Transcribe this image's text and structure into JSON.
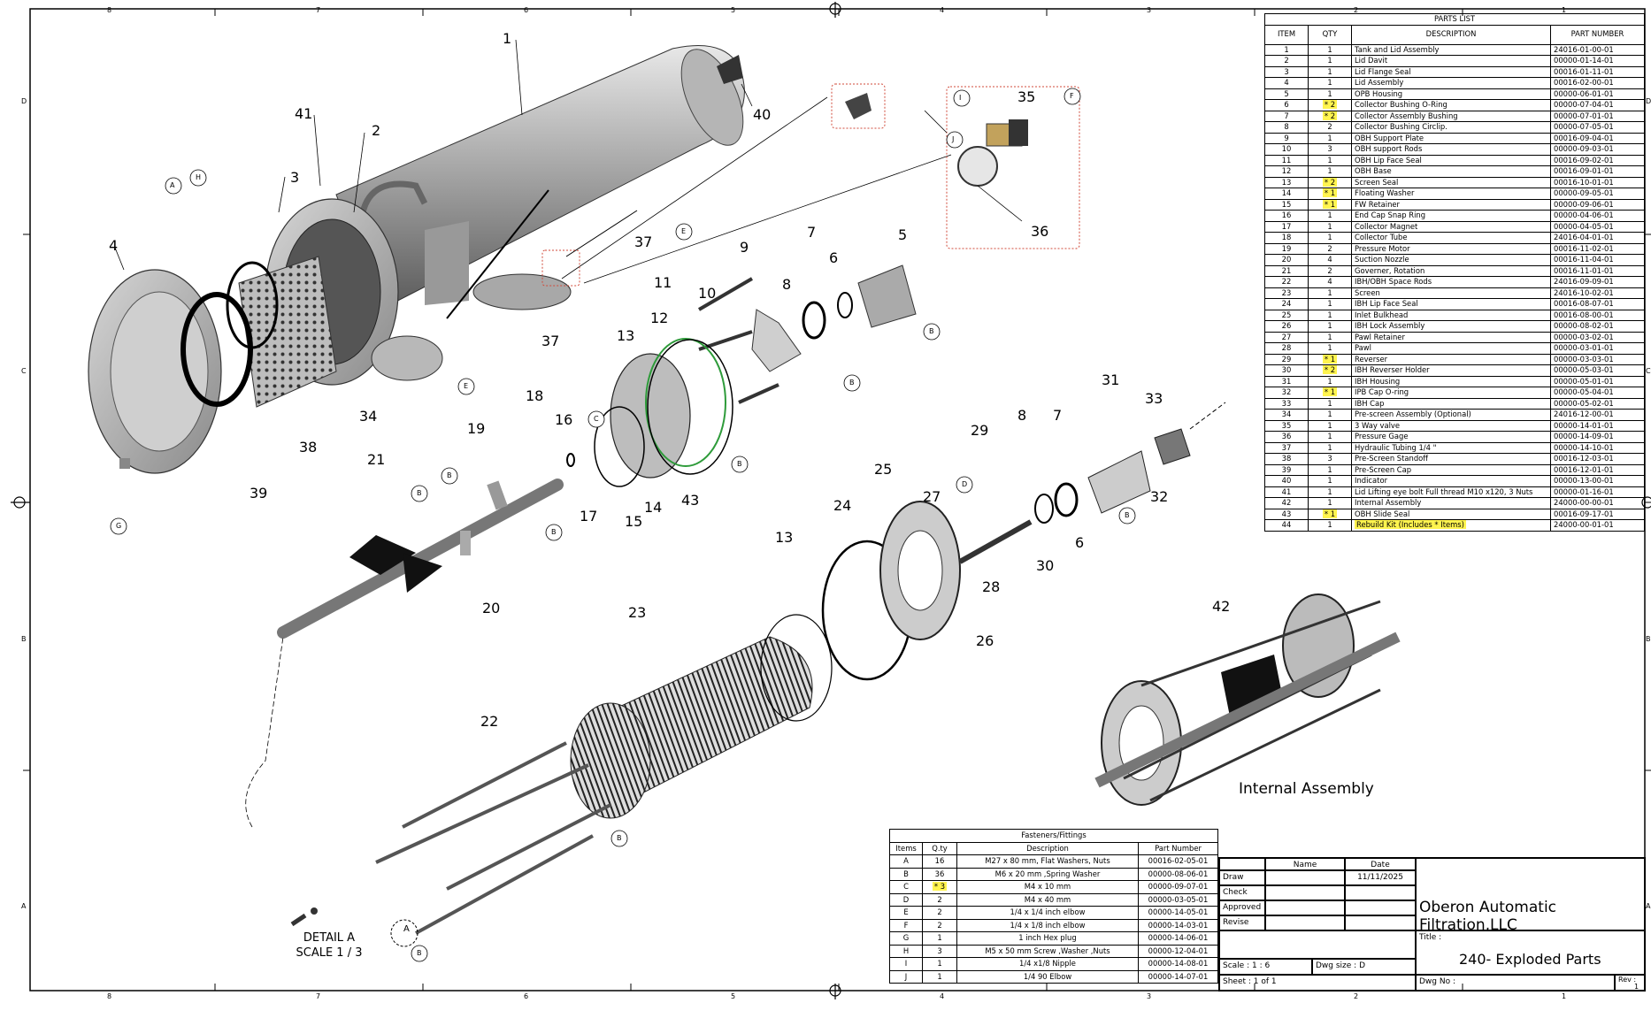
{
  "zones": {
    "top": [
      "8",
      "7",
      "6",
      "5",
      "4",
      "3",
      "2",
      "1"
    ],
    "side": [
      "D",
      "C",
      "B",
      "A"
    ]
  },
  "callouts": [
    "1",
    "2",
    "3",
    "4",
    "5",
    "6",
    "7",
    "8",
    "9",
    "10",
    "11",
    "12",
    "13",
    "14",
    "15",
    "16",
    "17",
    "18",
    "19",
    "20",
    "21",
    "22",
    "23",
    "24",
    "25",
    "26",
    "27",
    "28",
    "29",
    "30",
    "31",
    "32",
    "33",
    "34",
    "35",
    "36",
    "37",
    "38",
    "39",
    "40",
    "41",
    "42",
    "43"
  ],
  "letters": [
    "A",
    "B",
    "C",
    "D",
    "E",
    "F",
    "G",
    "H",
    "I",
    "J"
  ],
  "detail": {
    "title": "DETAIL  A",
    "scale": "SCALE 1 / 3"
  },
  "internal_assembly_label": "Internal Assembly",
  "parts_list": {
    "title": "PARTS LIST",
    "headers": [
      "ITEM",
      "QTY",
      "DESCRIPTION",
      "PART NUMBER"
    ],
    "rows": [
      [
        "1",
        "1",
        "Tank and Lid Assembly",
        "24016-01-00-01"
      ],
      [
        "2",
        "1",
        "Lid Davit",
        "00000-01-14-01"
      ],
      [
        "3",
        "1",
        "Lid Flange Seal",
        "00016-01-11-01"
      ],
      [
        "4",
        "1",
        "Lid Assembly",
        "00016-02-00-01"
      ],
      [
        "5",
        "1",
        "OPB Housing",
        "00000-06-01-01"
      ],
      [
        "6",
        "* 2",
        "Collector Bushing O-Ring",
        "00000-07-04-01"
      ],
      [
        "7",
        "* 2",
        "Collector Assembly Bushing",
        "00000-07-01-01"
      ],
      [
        "8",
        "2",
        "Collector Bushing Circlip.",
        "00000-07-05-01"
      ],
      [
        "9",
        "1",
        "OBH Support Plate",
        "00016-09-04-01"
      ],
      [
        "10",
        "3",
        "OBH support Rods",
        "00000-09-03-01"
      ],
      [
        "11",
        "1",
        "OBH Lip Face Seal",
        "00016-09-02-01"
      ],
      [
        "12",
        "1",
        "OBH Base",
        "00016-09-01-01"
      ],
      [
        "13",
        "* 2",
        "Screen Seal",
        "00016-10-01-01"
      ],
      [
        "14",
        "* 1",
        "Floating Washer",
        "00000-09-05-01"
      ],
      [
        "15",
        "* 1",
        "FW Retainer",
        "00000-09-06-01"
      ],
      [
        "16",
        "1",
        "End Cap Snap Ring",
        "00000-04-06-01"
      ],
      [
        "17",
        "1",
        "Collector Magnet",
        "00000-04-05-01"
      ],
      [
        "18",
        "1",
        "Collector Tube",
        "24016-04-01-01"
      ],
      [
        "19",
        "2",
        "Pressure Motor",
        "00016-11-02-01"
      ],
      [
        "20",
        "4",
        "Suction Nozzle",
        "00016-11-04-01"
      ],
      [
        "21",
        "2",
        "Governer, Rotation",
        "00016-11-01-01"
      ],
      [
        "22",
        "4",
        "IBH/OBH Space Rods",
        "24016-09-09-01"
      ],
      [
        "23",
        "1",
        "Screen",
        "24016-10-02-01"
      ],
      [
        "24",
        "1",
        "IBH Lip Face Seal",
        "00016-08-07-01"
      ],
      [
        "25",
        "1",
        "Inlet Bulkhead",
        "00016-08-00-01"
      ],
      [
        "26",
        "1",
        "IBH Lock Assembly",
        "00000-08-02-01"
      ],
      [
        "27",
        "1",
        "Pawl Retainer",
        "00000-03-02-01"
      ],
      [
        "28",
        "1",
        "Pawl",
        "00000-03-01-01"
      ],
      [
        "29",
        "* 1",
        "Reverser",
        "00000-03-03-01"
      ],
      [
        "30",
        "* 2",
        "IBH Reverser Holder",
        "00000-05-03-01"
      ],
      [
        "31",
        "1",
        "IBH Housing",
        "00000-05-01-01"
      ],
      [
        "32",
        "* 1",
        "IPB Cap O-ring",
        "00000-05-04-01"
      ],
      [
        "33",
        "1",
        "IBH Cap",
        "00000-05-02-01"
      ],
      [
        "34",
        "1",
        "Pre-screen Assembly (Optional)",
        "24016-12-00-01"
      ],
      [
        "35",
        "1",
        "3 Way valve",
        "00000-14-01-01"
      ],
      [
        "36",
        "1",
        "Pressure Gage",
        "00000-14-09-01"
      ],
      [
        "37",
        "1",
        "Hydraulic Tubing 1/4 \"",
        "00000-14-10-01"
      ],
      [
        "38",
        "3",
        "Pre-Screen Standoff",
        "00016-12-03-01"
      ],
      [
        "39",
        "1",
        "Pre-Screen Cap",
        "00016-12-01-01"
      ],
      [
        "40",
        "1",
        "Indicator",
        "00000-13-00-01"
      ],
      [
        "41",
        "1",
        "Lid Lifting eye bolt Full thread M10 x120, 3 Nuts",
        "00000-01-16-01"
      ],
      [
        "42",
        "1",
        "Internal Assembly",
        "24000-00-00-01"
      ],
      [
        "43",
        "* 1",
        "OBH Slide Seal",
        "00016-09-17-01"
      ],
      [
        "44",
        "1",
        "Rebuild Kit (Includes * Items)",
        "24000-00-01-01"
      ]
    ]
  },
  "fasteners": {
    "title": "Fasteners/Fittings",
    "headers": [
      "Items",
      "Q.ty",
      "Description",
      "Part Number"
    ],
    "rows": [
      [
        "A",
        "16",
        "M27 x 80 mm, Flat Washers, Nuts",
        "00016-02-05-01"
      ],
      [
        "B",
        "36",
        "M6 x 20 mm ,Spring Washer",
        "00000-08-06-01"
      ],
      [
        "C",
        "* 3",
        "M4 x 10 mm",
        "00000-09-07-01"
      ],
      [
        "D",
        "2",
        "M4 x 40 mm",
        "00000-03-05-01"
      ],
      [
        "E",
        "2",
        "1/4 x 1/4 inch elbow",
        "00000-14-05-01"
      ],
      [
        "F",
        "2",
        "1/4 x 1/8 inch elbow",
        "00000-14-03-01"
      ],
      [
        "G",
        "1",
        "1 inch Hex plug",
        "00000-14-06-01"
      ],
      [
        "H",
        "3",
        "M5 x 50 mm Screw ,Washer ,Nuts",
        "00000-12-04-01"
      ],
      [
        "I",
        "1",
        "1/4 x1/8 Nipple",
        "00000-14-08-01"
      ],
      [
        "J",
        "1",
        "1/4 90 Elbow",
        "00000-14-07-01"
      ]
    ]
  },
  "title_block": {
    "name_hdr": "Name",
    "date_hdr": "Date",
    "rows": [
      "Draw",
      "Check",
      "Approved",
      "Revise"
    ],
    "date": "11/11/2025",
    "company": "Oberon Automatic Filtration,LLC",
    "title_label": "Title :",
    "title": "240- Exploded Parts",
    "scale_label": "Scale :",
    "scale": "1 : 6",
    "dwg_size_label": "Dwg size :",
    "dwg_size": "D",
    "sheet_label": "Sheet :",
    "sheet": "1 of 1",
    "dwg_no_label": "Dwg No :",
    "rev_label": "Rev :",
    "rev": "1"
  },
  "colors": {
    "highlight": "#fff44f",
    "callout_box": "#d04a3a",
    "seal_green": "#2e9b3a"
  }
}
